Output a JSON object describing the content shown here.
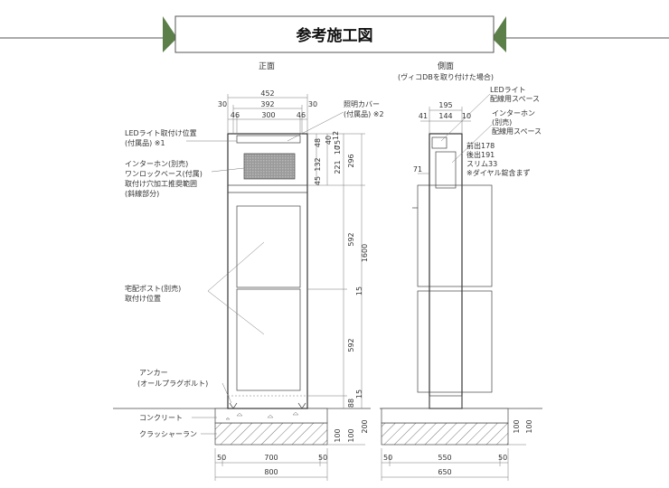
{
  "title": "参考施工図",
  "colors": {
    "banner_accent": "#5c7f4a",
    "line": "#444444",
    "grille": "#8a8a8a"
  },
  "front": {
    "heading": "正面",
    "dims_top": {
      "overall": "452",
      "inner": "392",
      "side_left": "30",
      "side_right": "30",
      "lip_left": "46",
      "lip_right": "46",
      "center": "300"
    },
    "dims_bottom": {
      "left": "50",
      "center": "700",
      "right": "50",
      "total": "800"
    },
    "dims_right": {
      "d1": "12",
      "d2": "40",
      "d3": "75",
      "d4": "10",
      "d5": "48",
      "d6": "132",
      "d7": "45",
      "d8": "221",
      "d9": "296",
      "d10": "592",
      "d11": "15",
      "d12": "592",
      "d13": "15",
      "d14": "88",
      "d15": "200",
      "d16": "100",
      "d17": "100",
      "total": "1600"
    },
    "labels": {
      "led": [
        "LEDライト取付け位置",
        "(付属品) ※1"
      ],
      "intercom": [
        "インターホン(別売)",
        "ワンロックベース(付属)",
        "取付け穴加工推奨範囲",
        "(斜線部分)"
      ],
      "cover": [
        "照明カバー",
        "(付属品) ※2"
      ],
      "parcel": [
        "宅配ポスト(別売)",
        "取付け位置"
      ],
      "anchor": [
        "アンカー",
        "(オールプラグボルト)"
      ],
      "concrete": "コンクリート",
      "crusher": "クラッシャーラン"
    }
  },
  "side": {
    "heading": "側面",
    "subheading": "(ヴィコDBを取り付けた場合)",
    "dims_top": {
      "overall": "195",
      "left": "41",
      "center": "144",
      "right": "10",
      "offset": "71"
    },
    "dims_bottom": {
      "left": "50",
      "center": "550",
      "right": "50",
      "total": "650"
    },
    "dims_right": {
      "d1": "100",
      "d2": "100"
    },
    "labels": {
      "led": [
        "LEDライト",
        "配線用スペース"
      ],
      "intercom": [
        "インターホン",
        "(別売)",
        "配線用スペース"
      ],
      "notes": [
        "前出178",
        "後出191",
        "スリム33",
        "※ダイヤル錠含まず"
      ]
    }
  }
}
